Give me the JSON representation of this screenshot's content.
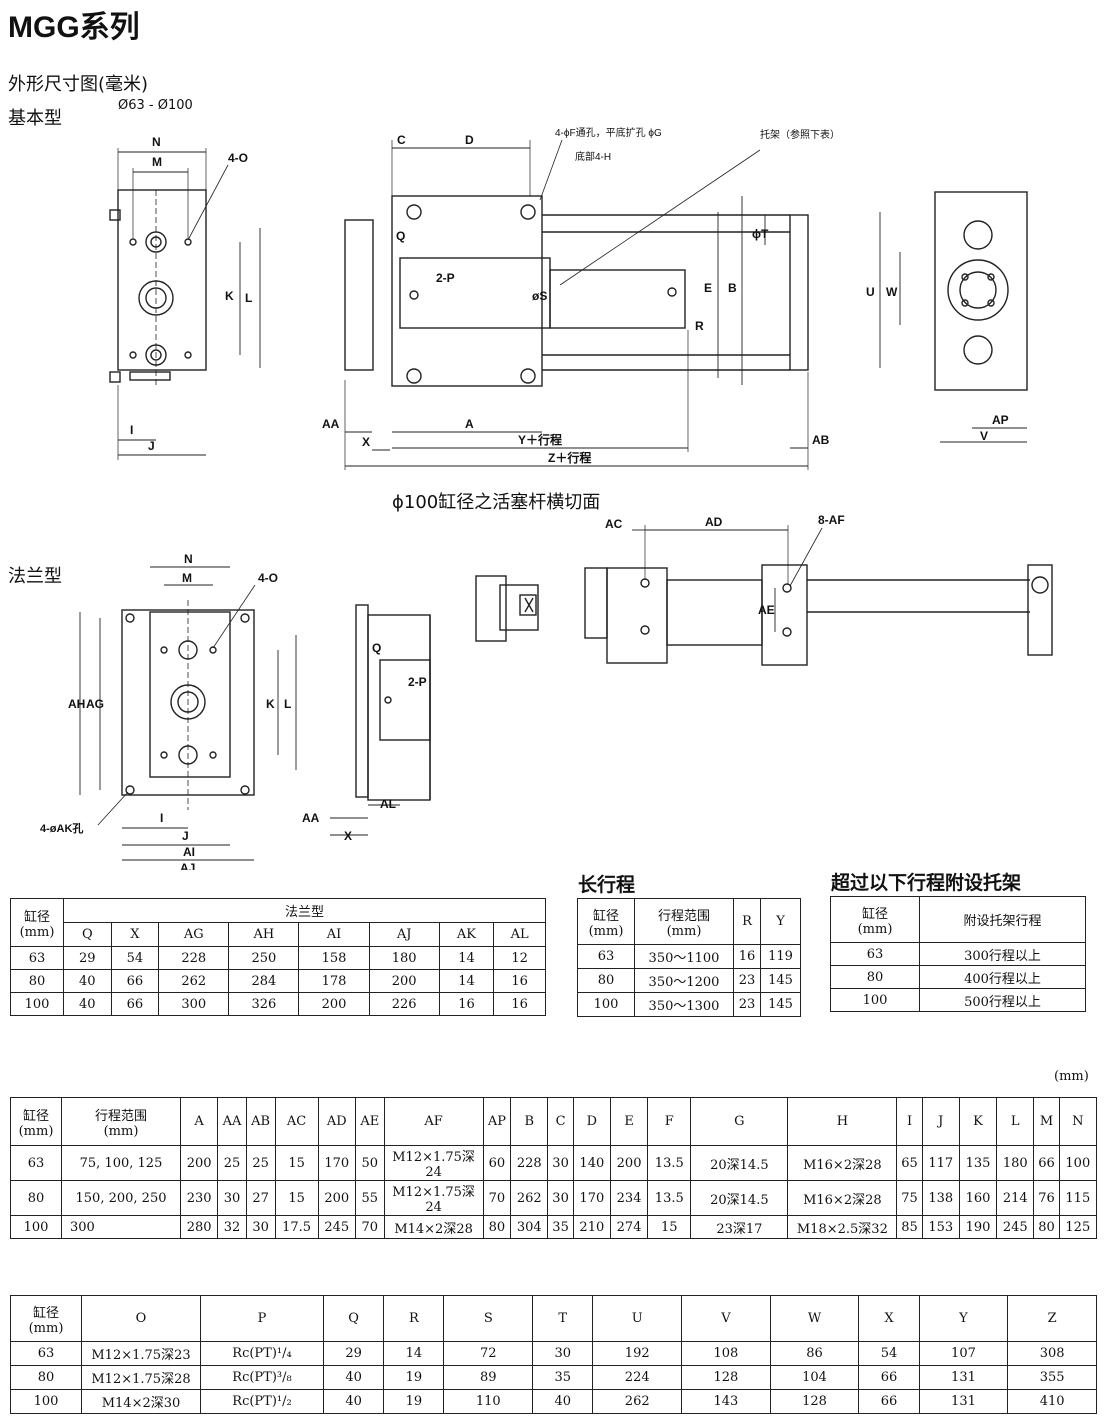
{
  "page": {
    "title": "MGG系列",
    "section": "外形尺寸图(毫米)",
    "basic_type": "基本型",
    "bore_range": "Ø63 - Ø100",
    "flange_type": "法兰型",
    "crosssection_caption": "ϕ100缸径之活塞杆横切面",
    "unit_mm": "(mm)"
  },
  "drawing_labels": {
    "basic_front": [
      "N",
      "M",
      "4-O",
      "K",
      "L",
      "I",
      "J"
    ],
    "basic_side": [
      "C",
      "D",
      "4-ϕF通孔，平底扩孔 ϕG",
      "底部4-H",
      "托架（参照下表）",
      "Q",
      "2-P",
      "øS",
      "E",
      "B",
      "ϕT",
      "R",
      "AA",
      "A",
      "X",
      "Y＋行程",
      "AB",
      "Z＋行程"
    ],
    "basic_end": [
      "U",
      "W",
      "AP",
      "V"
    ],
    "rod_section": [
      "AC",
      "AD",
      "8-AF",
      "AE"
    ],
    "flange_front": [
      "N",
      "M",
      "4-O",
      "AH",
      "AG",
      "K",
      "L",
      "4-øAK孔",
      "I",
      "J",
      "AI",
      "AJ"
    ],
    "flange_side": [
      "Q",
      "2-P",
      "AA",
      "X",
      "AL"
    ]
  },
  "flange_table": {
    "bore_header": "缸径",
    "bore_unit": "(mm)",
    "group_header": "法兰型",
    "columns": [
      "Q",
      "X",
      "AG",
      "AH",
      "AI",
      "AJ",
      "AK",
      "AL"
    ],
    "rows": [
      [
        "63",
        "29",
        "54",
        "228",
        "250",
        "158",
        "180",
        "14",
        "12"
      ],
      [
        "80",
        "40",
        "66",
        "262",
        "284",
        "178",
        "200",
        "14",
        "16"
      ],
      [
        "100",
        "40",
        "66",
        "300",
        "326",
        "200",
        "226",
        "16",
        "16"
      ]
    ]
  },
  "long_stroke": {
    "caption": "长行程",
    "bore_header": "缸径",
    "bore_unit": "(mm)",
    "range_header": "行程范围",
    "range_unit": "(mm)",
    "columns": [
      "R",
      "Y"
    ],
    "rows": [
      [
        "63",
        "350～1100",
        "16",
        "119"
      ],
      [
        "80",
        "350～1200",
        "23",
        "145"
      ],
      [
        "100",
        "350～1300",
        "23",
        "145"
      ]
    ]
  },
  "bracket_table": {
    "caption": "超过以下行程附设托架",
    "bore_header": "缸径",
    "bore_unit": "(mm)",
    "stroke_header": "附设托架行程",
    "rows": [
      [
        "63",
        "300行程以上"
      ],
      [
        "80",
        "400行程以上"
      ],
      [
        "100",
        "500行程以上"
      ]
    ]
  },
  "main_table": {
    "bore_header": "缸径",
    "bore_unit": "(mm)",
    "range_header": "行程范围",
    "range_unit": "(mm)",
    "columns": [
      "A",
      "AA",
      "AB",
      "AC",
      "AD",
      "AE",
      "AF",
      "AP",
      "B",
      "C",
      "D",
      "E",
      "F",
      "G",
      "H",
      "I",
      "J",
      "K",
      "L",
      "M",
      "N"
    ],
    "rows": [
      [
        "63",
        "75, 100, 125",
        "200",
        "25",
        "25",
        "15",
        "170",
        "50",
        "M12×1.75深24",
        "60",
        "228",
        "30",
        "140",
        "200",
        "13.5",
        "20深14.5",
        "M16×2深28",
        "65",
        "117",
        "135",
        "180",
        "66",
        "100"
      ],
      [
        "80",
        "150, 200, 250",
        "230",
        "30",
        "27",
        "15",
        "200",
        "55",
        "M12×1.75深24",
        "70",
        "262",
        "30",
        "170",
        "234",
        "13.5",
        "20深14.5",
        "M16×2深28",
        "75",
        "138",
        "160",
        "214",
        "76",
        "115"
      ],
      [
        "100",
        "300",
        "280",
        "32",
        "30",
        "17.5",
        "245",
        "70",
        "M14×2深28",
        "80",
        "304",
        "35",
        "210",
        "274",
        "15",
        "23深17",
        "M18×2.5深32",
        "85",
        "153",
        "190",
        "245",
        "80",
        "125"
      ]
    ]
  },
  "bottom_table": {
    "bore_header": "缸径",
    "bore_unit": "(mm)",
    "columns": [
      "O",
      "P",
      "Q",
      "R",
      "S",
      "T",
      "U",
      "V",
      "W",
      "X",
      "Y",
      "Z"
    ],
    "rows": [
      [
        "63",
        "M12×1.75深23",
        "Rc(PT)¹/₄",
        "29",
        "14",
        "72",
        "30",
        "192",
        "108",
        "86",
        "54",
        "107",
        "308"
      ],
      [
        "80",
        "M12×1.75深28",
        "Rc(PT)³/₈",
        "40",
        "19",
        "89",
        "35",
        "224",
        "128",
        "104",
        "66",
        "131",
        "355"
      ],
      [
        "100",
        "M14×2深30",
        "Rc(PT)¹/₂",
        "40",
        "19",
        "110",
        "40",
        "262",
        "143",
        "128",
        "66",
        "131",
        "410"
      ]
    ]
  }
}
